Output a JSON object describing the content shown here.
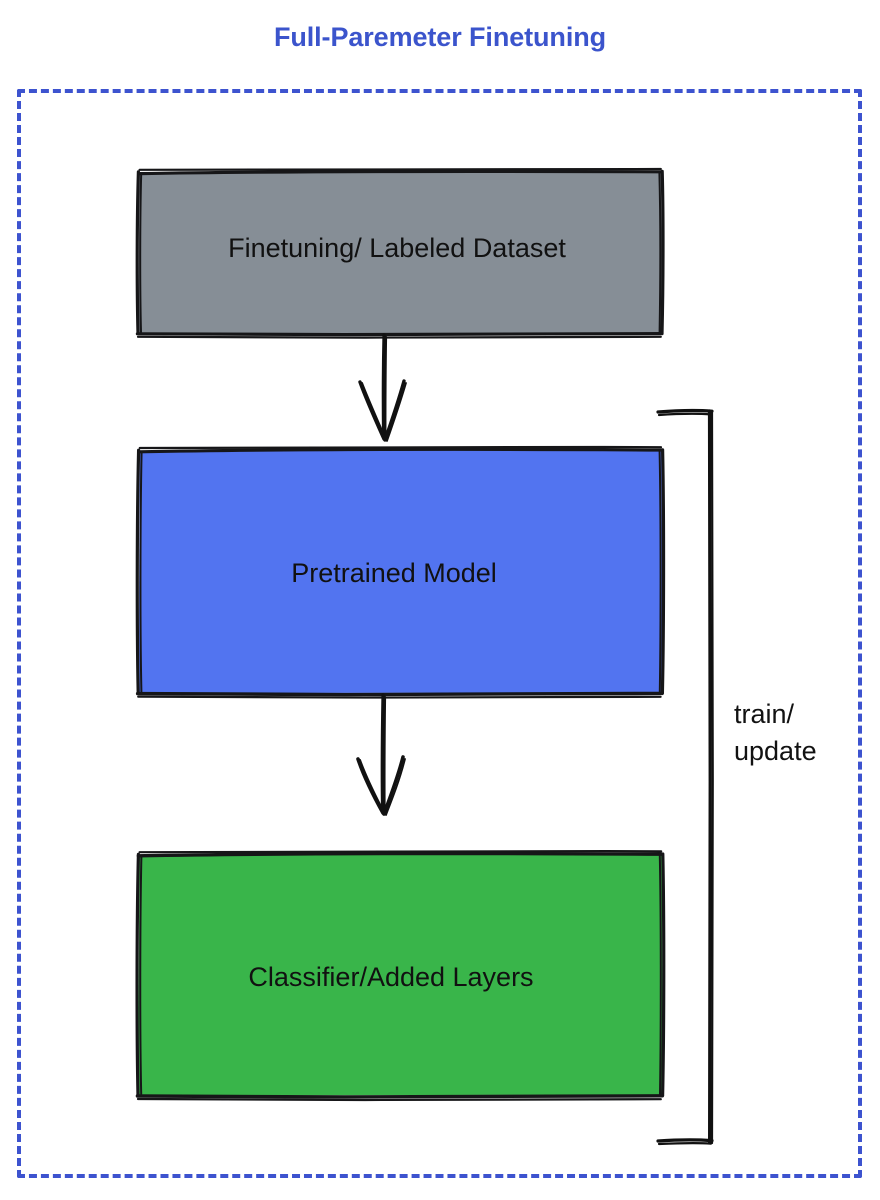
{
  "diagram": {
    "title": "Full-Paremeter Finetuning",
    "title_color": "#3b54cc",
    "frame": {
      "style": "dashed",
      "color": "#3d53cf"
    },
    "nodes": [
      {
        "id": "dataset",
        "label": "Finetuning/ Labeled Dataset",
        "fill": "#868e96",
        "stroke": "#1b1b1f",
        "shape": "rectangle"
      },
      {
        "id": "pretrained",
        "label": "Pretrained Model",
        "fill": "#5274f0",
        "stroke": "#1b1b1f",
        "shape": "rectangle"
      },
      {
        "id": "classifier",
        "label": "Classifier/Added Layers",
        "fill": "#39b54a",
        "stroke": "#1b1b1f",
        "shape": "rectangle"
      }
    ],
    "edges": [
      {
        "id": "dataset-to-pretrained",
        "from": "dataset",
        "to": "pretrained",
        "style": "arrow-down",
        "label": ""
      },
      {
        "id": "pretrained-to-classifier",
        "from": "pretrained",
        "to": "classifier",
        "style": "arrow-down",
        "label": ""
      },
      {
        "id": "feedback-loop",
        "from": "classifier",
        "to": "pretrained",
        "style": "bracket-right",
        "label_line_1": "train/",
        "label_line_2": "update"
      }
    ],
    "loop_label": "train/\nupdate"
  }
}
